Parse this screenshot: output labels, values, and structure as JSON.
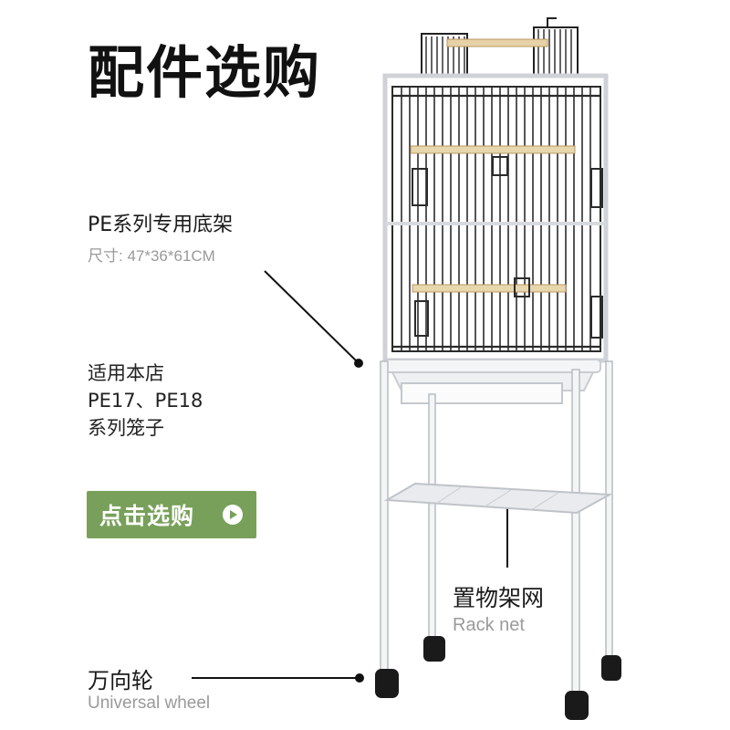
{
  "title": "配件选购",
  "base_frame": {
    "name": "PE系列专用底架",
    "size": "尺寸: 47*36*61CM"
  },
  "compatibility": {
    "line1": "适用本店",
    "line2": "PE17、PE18",
    "line3": "系列笼子"
  },
  "buy_button": {
    "label": "点击选购",
    "icon": "play-circle-icon"
  },
  "rack_net": {
    "label_cn": "置物架网",
    "label_en": "Rack net"
  },
  "wheel": {
    "label_cn": "万向轮",
    "label_en": "Universal wheel"
  },
  "colors": {
    "button_green": "#78a05a",
    "cage_black": "#2b2b2b",
    "stand_white": "#f4f5f6"
  }
}
